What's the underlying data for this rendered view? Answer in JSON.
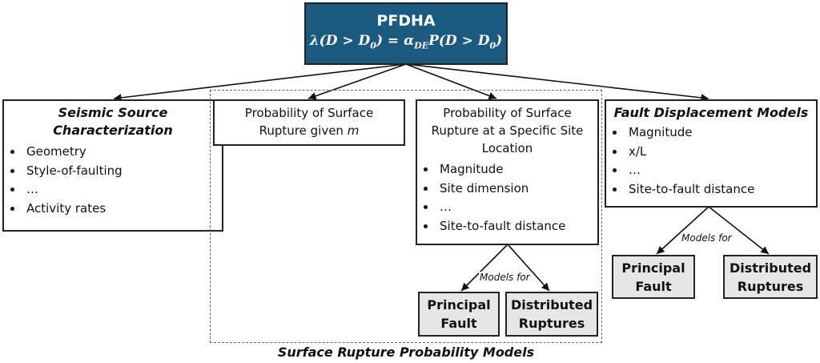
{
  "top": {
    "title": "PFDHA",
    "formula": "λ(D > D₀) = α_DE P(D > D₀)",
    "formula_lhs": "λ(D > D",
    "formula_rest": ") = α",
    "formula_sub": "DE",
    "formula_p": "P(D > D",
    "formula_end": ")",
    "color": "#1b5a80"
  },
  "seismic": {
    "title": "Seismic Source Characterization",
    "items": [
      "Geometry",
      "Style-of-faulting",
      "…",
      "Activity rates"
    ]
  },
  "rupture_m": {
    "title": "Probability of Surface Rupture given",
    "var": "m"
  },
  "rupture_site": {
    "title": "Probability of Surface Rupture at a Specific Site Location",
    "items": [
      "Magnitude",
      "Site dimension",
      "…",
      "Site-to-fault distance"
    ]
  },
  "fdm": {
    "title": "Fault Displacement Models",
    "items": [
      "Magnitude",
      "x/L",
      "…",
      "Site-to-fault distance"
    ]
  },
  "models_for": "Models for",
  "principal": "Principal Fault",
  "distributed": "Distributed Ruptures",
  "group_caption": "Surface Rupture Probability Models"
}
